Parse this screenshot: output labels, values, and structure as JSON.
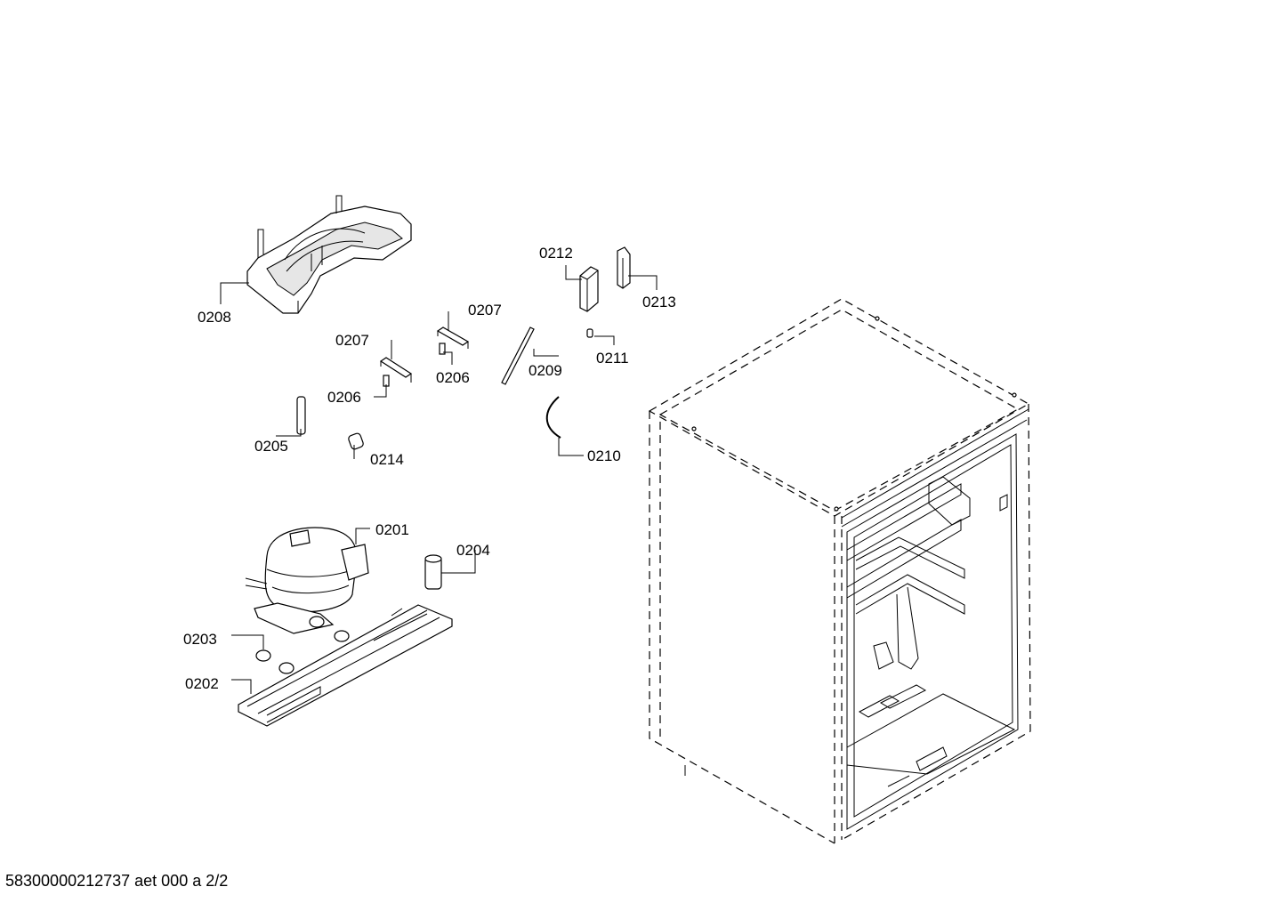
{
  "diagram": {
    "footer": "58300000212737 aet 000 a 2/2",
    "callouts": {
      "c0201": "0201",
      "c0202": "0202",
      "c0203": "0203",
      "c0204": "0204",
      "c0205": "0205",
      "c0206a": "0206",
      "c0206b": "0206",
      "c0207a": "0207",
      "c0207b": "0207",
      "c0208": "0208",
      "c0209": "0209",
      "c0210": "0210",
      "c0211": "0211",
      "c0212": "0212",
      "c0213": "0213",
      "c0214": "0214"
    }
  }
}
